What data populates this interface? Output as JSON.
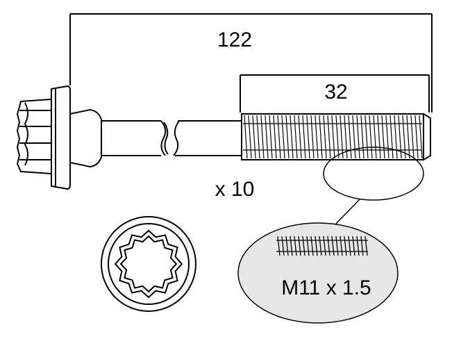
{
  "dimensions": {
    "overall_length": "122",
    "thread_length": "32",
    "quantity": "x 10",
    "thread_spec": "M11 x 1.5"
  },
  "colors": {
    "line": "#000000",
    "background": "#ffffff",
    "callout_fill": "#e6e6e6"
  },
  "icons": {
    "head_end_view": "twelve-point-bolt-head",
    "thread_detail": "thread-profile"
  }
}
